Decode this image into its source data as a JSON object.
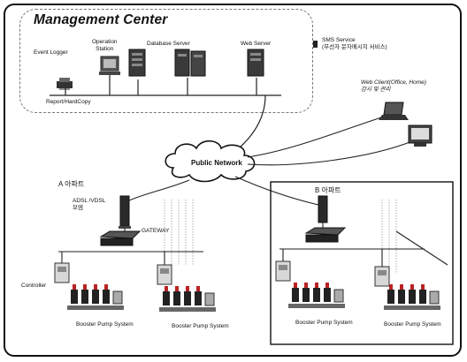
{
  "management_center": {
    "title": "Management Center",
    "event_logger": "Event Logger",
    "operation_station": [
      "Operation",
      "Station"
    ],
    "database_server": "Database Server",
    "web_server": "Web Server",
    "report": "Report/HardCopy"
  },
  "sms": {
    "line1": "SMS Service",
    "line2": "(무선자 문자메시지 서비스)"
  },
  "web_client": {
    "line1": "Web Client(Office, Home)",
    "line2": "감시 및 관리"
  },
  "network": {
    "public": "Public Network"
  },
  "site_a": {
    "label": "A 아파트",
    "modem": [
      "ADSL /VDSL",
      "모뎀"
    ],
    "gateway": "GATEWAY",
    "controller": "Controller",
    "booster_1": "Booster Pump System",
    "booster_2": "Booster Pump System"
  },
  "site_b": {
    "label": "B 아파트",
    "booster_1": "Booster Pump System",
    "booster_2": "Booster Pump System"
  }
}
